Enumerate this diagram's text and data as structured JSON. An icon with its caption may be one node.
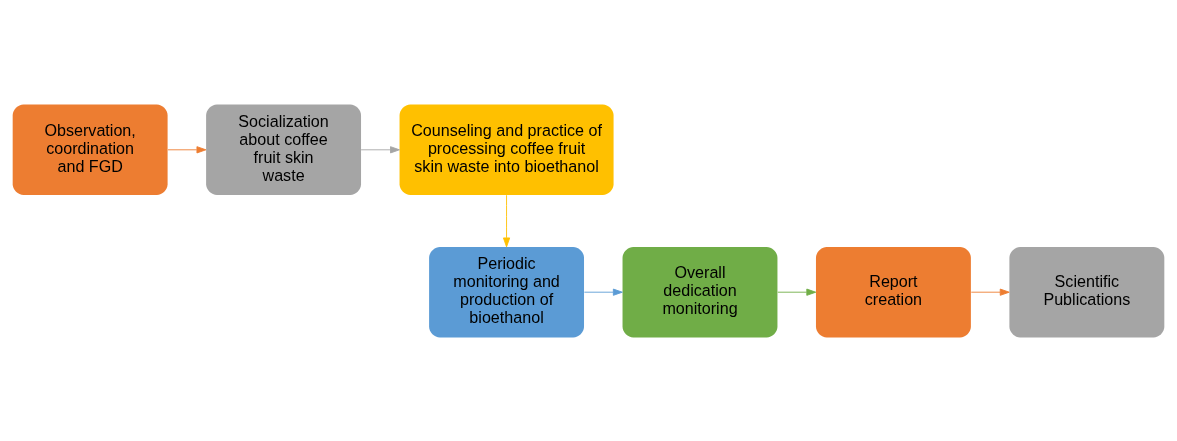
{
  "diagram": {
    "nodes": [
      {
        "text": [
          "Observation, coordination and FGD"
        ]
      },
      {
        "text": [
          "Socialization about coffee fruit skin waste"
        ]
      },
      {
        "text": [
          "Counseling and practice of processing coffee fruit skin waste into bioethanol"
        ]
      },
      {
        "text": [
          "Periodic monitoring and production of bioethanol"
        ]
      },
      {
        "text": [
          "Overall dedication monitoring"
        ]
      },
      {
        "text": [
          "Report creation"
        ]
      },
      {
        "text": [
          "Scientific Publications"
        ]
      }
    ],
    "edges": [
      {
        "from": 0,
        "to": 1,
        "arrow": "to",
        "color": "#ed7d31"
      },
      {
        "from": 1,
        "to": 2,
        "arrow": "to",
        "color": "#a5a5a5"
      },
      {
        "from": 2,
        "to": 3,
        "arrow": "to",
        "color": "#ffc000"
      },
      {
        "from": 3,
        "to": 4,
        "arrow": "to",
        "color": "#5b9bd5"
      },
      {
        "from": 4,
        "to": 5,
        "arrow": "to",
        "color": "#70ad47"
      },
      {
        "from": 5,
        "to": 6,
        "arrow": "to",
        "color": "#ed7d31"
      }
    ]
  }
}
